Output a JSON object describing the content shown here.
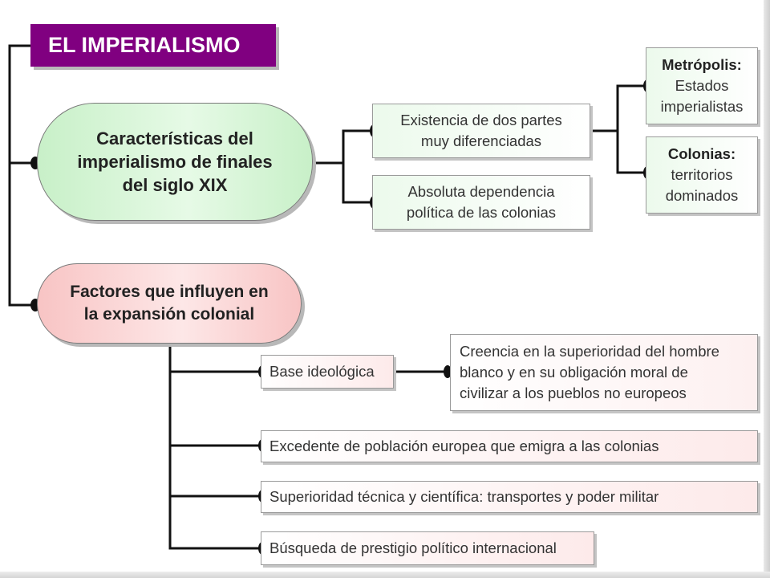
{
  "title": "EL IMPERIALISMO",
  "caracteristicas": {
    "label": "Características del imperialismo de finales del siglo XIX",
    "lines": [
      "Características del",
      "imperialismo de finales",
      "del siglo XIX"
    ],
    "existencia": [
      "Existencia de dos partes",
      "muy diferenciadas"
    ],
    "dependencia": [
      "Absoluta dependencia",
      "política de las colonias"
    ],
    "metropolis": {
      "heading": "Metrópolis:",
      "lines": [
        "Estados",
        "imperialistas"
      ]
    },
    "colonias": {
      "heading": "Colonias:",
      "lines": [
        "territorios",
        "dominados"
      ]
    }
  },
  "factores": {
    "lines": [
      "Factores que influyen en",
      "la expansión colonial"
    ],
    "base": "Base ideológica",
    "creencia": [
      "Creencia en la superioridad del hombre",
      "blanco y en su obligación moral de",
      "civilizar a los pueblos no europeos"
    ],
    "excedente": "Excedente de población europea que emigra a las colonias",
    "superioridad": "Superioridad técnica y científica: transportes y poder militar",
    "busqueda": "Búsqueda de prestigio político internacional"
  },
  "colors": {
    "title_bg": "#800080",
    "green_pill": "#c8f0c8",
    "pink_pill": "#f8c4c4",
    "connector": "#111111"
  }
}
